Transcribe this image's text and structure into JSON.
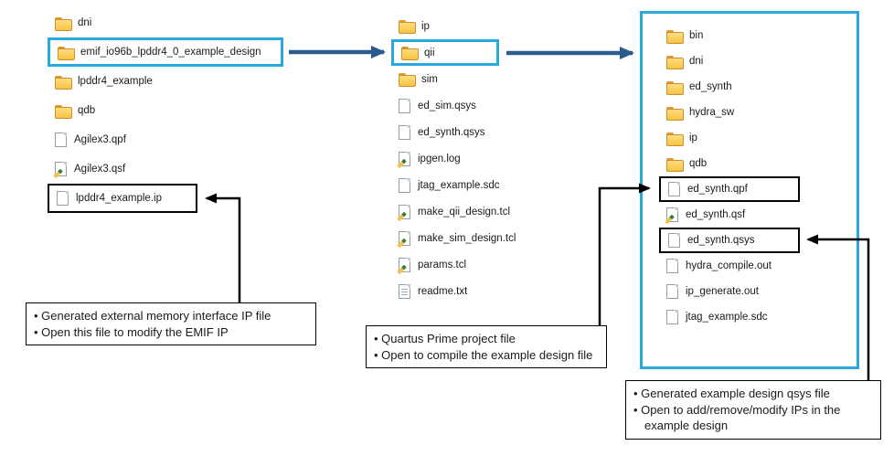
{
  "colors": {
    "highlight_blue": "#29A8E0",
    "arrow_blue": "#2B5A8C",
    "arrow_black": "#000000"
  },
  "left_panel": {
    "items": [
      {
        "label": "dni",
        "icon": "folder-icon"
      },
      {
        "label": "emif_io96b_lpddr4_0_example_design",
        "icon": "folder-icon",
        "highlighted": true
      },
      {
        "label": "lpddr4_example",
        "icon": "folder-icon"
      },
      {
        "label": "qdb",
        "icon": "folder-icon"
      },
      {
        "label": "Agilex3.qpf",
        "icon": "file-icon"
      },
      {
        "label": "Agilex3.qsf",
        "icon": "edited-file-icon"
      },
      {
        "label": "lpddr4_example.ip",
        "icon": "file-icon",
        "boxed": true
      }
    ]
  },
  "middle_panel": {
    "items": [
      {
        "label": "ip",
        "icon": "folder-icon"
      },
      {
        "label": "qii",
        "icon": "folder-icon",
        "highlighted": true
      },
      {
        "label": "sim",
        "icon": "folder-icon"
      },
      {
        "label": "ed_sim.qsys",
        "icon": "file-icon"
      },
      {
        "label": "ed_synth.qsys",
        "icon": "file-icon"
      },
      {
        "label": "ipgen.log",
        "icon": "edited-file-icon"
      },
      {
        "label": "jtag_example.sdc",
        "icon": "file-icon"
      },
      {
        "label": "make_qii_design.tcl",
        "icon": "edited-file-icon"
      },
      {
        "label": "make_sim_design.tcl",
        "icon": "edited-file-icon"
      },
      {
        "label": "params.tcl",
        "icon": "edited-file-icon"
      },
      {
        "label": "readme.txt",
        "icon": "text-file-icon"
      }
    ]
  },
  "right_panel": {
    "items": [
      {
        "label": "bin",
        "icon": "folder-icon"
      },
      {
        "label": "dni",
        "icon": "folder-icon"
      },
      {
        "label": "ed_synth",
        "icon": "folder-icon"
      },
      {
        "label": "hydra_sw",
        "icon": "folder-icon"
      },
      {
        "label": "ip",
        "icon": "folder-icon"
      },
      {
        "label": "qdb",
        "icon": "folder-icon"
      },
      {
        "label": "ed_synth.qpf",
        "icon": "file-icon",
        "boxed": true
      },
      {
        "label": "ed_synth.qsf",
        "icon": "edited-file-icon"
      },
      {
        "label": "ed_synth.qsys",
        "icon": "file-icon",
        "boxed": true
      },
      {
        "label": "hydra_compile.out",
        "icon": "file-icon"
      },
      {
        "label": "ip_generate.out",
        "icon": "file-icon"
      },
      {
        "label": "jtag_example.sdc",
        "icon": "file-icon"
      }
    ]
  },
  "callouts": {
    "emif_ip": {
      "lines": [
        "• Generated external memory interface IP file",
        "• Open this file to modify the EMIF IP"
      ]
    },
    "qpf": {
      "lines": [
        "• Quartus Prime project file",
        "• Open to compile the example design file"
      ]
    },
    "qsys": {
      "lines": [
        "• Generated example design qsys file",
        "• Open to add/remove/modify IPs in the example design"
      ]
    }
  }
}
